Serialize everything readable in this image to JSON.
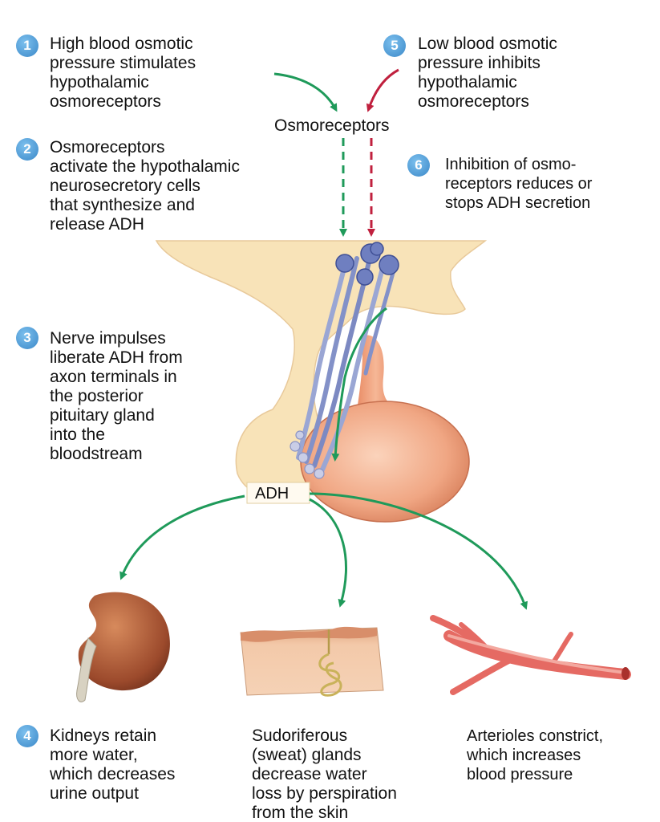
{
  "steps": {
    "s1": {
      "num": "1",
      "text": "High blood osmotic\npressure stimulates\nhypothalamic\nosmoreceptors"
    },
    "s2": {
      "num": "2",
      "text": "Osmoreceptors\nactivate the hypothalamic\nneurosecretory cells\nthat synthesize and\nrelease ADH"
    },
    "s3": {
      "num": "3",
      "text": "Nerve impulses\nliberate ADH from\naxon terminals in\nthe posterior\npituitary gland\ninto the\nbloodstream"
    },
    "s4": {
      "num": "4",
      "text": "Kidneys retain\nmore water,\nwhich decreases\nurine output"
    },
    "s5": {
      "num": "5",
      "text": "Low blood osmotic\npressure inhibits\nhypothalamic\nosmoreceptors"
    },
    "s6": {
      "num": "6",
      "text": "Inhibition of osmo-\nreceptors reduces or\nstops ADH secretion"
    }
  },
  "labels": {
    "osmoreceptors": "Osmoreceptors",
    "adh": "ADH",
    "sweat": "Sudoriferous\n(sweat) glands\ndecrease water\nloss by perspiration\nfrom the skin",
    "arterioles": "Arterioles constrict,\nwhich increases\nblood pressure"
  },
  "colors": {
    "stimulate_arrow": "#1f9a5a",
    "inhibit_arrow": "#c0203e",
    "badge": "#4a97d4",
    "hypothalamus": "#f8e3b8",
    "pituitary": "#ec9e7c"
  }
}
